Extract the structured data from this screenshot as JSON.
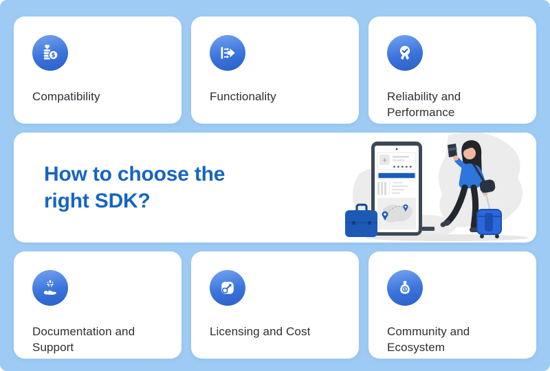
{
  "canvas": {
    "background": "#9DCBF4"
  },
  "banner": {
    "title": "How to choose the right SDK?",
    "title_color": "#1565C0",
    "illustration": "traveler-with-phone-and-luggage"
  },
  "cards": [
    {
      "label": "Compatibility",
      "icon": "coins-money-icon"
    },
    {
      "label": "Functionality",
      "icon": "arrows-forward-icon"
    },
    {
      "label": "Reliability and Performance",
      "icon": "medal-check-icon"
    },
    {
      "label": "Documentation and Support",
      "icon": "hand-diamond-icon"
    },
    {
      "label": "Licensing and Cost",
      "icon": "resize-arrow-icon"
    },
    {
      "label": "Community and Ecosystem",
      "icon": "money-bag-icon"
    }
  ],
  "colors": {
    "background": "#9DCBF4",
    "card_background": "#FFFFFF",
    "icon_gradient_top": "#6FA0EF",
    "icon_gradient_bottom": "#2B5FC7",
    "title_blue": "#1565C0",
    "label_text": "#2B2E34",
    "illustration_accent": "#1E5CB8",
    "illustration_sweater": "#2E75DD",
    "phone_frame": "#3D4856"
  }
}
